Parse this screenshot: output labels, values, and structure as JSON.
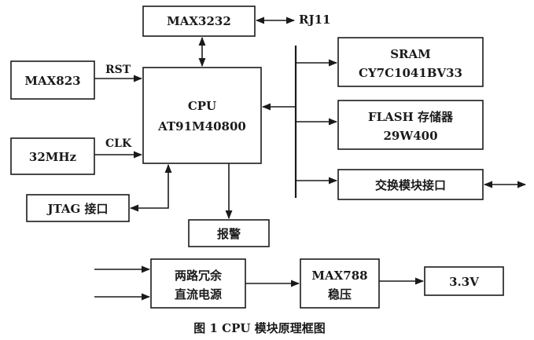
{
  "blocks": {
    "max3232": "MAX3232",
    "rj11": "RJ11",
    "max823": "MAX823",
    "cpu_line1": "CPU",
    "cpu_line2": "AT91M40800",
    "osc": "32MHz",
    "jtag": "JTAG 接口",
    "alarm": "报警",
    "sram_line1": "SRAM",
    "sram_line2": "CY7C1041BV33",
    "flash_line1": "FLASH 存储器",
    "flash_line2": "29W400",
    "switch_if": "交换模块接口",
    "psu_line1": "两路冗余",
    "psu_line2": "直流电源",
    "reg_line1": "MAX788",
    "reg_line2": "稳压",
    "vout": "3.3V"
  },
  "signals": {
    "rst": "RST",
    "clk": "CLK"
  },
  "caption": "图 1 CPU 模块原理框图"
}
